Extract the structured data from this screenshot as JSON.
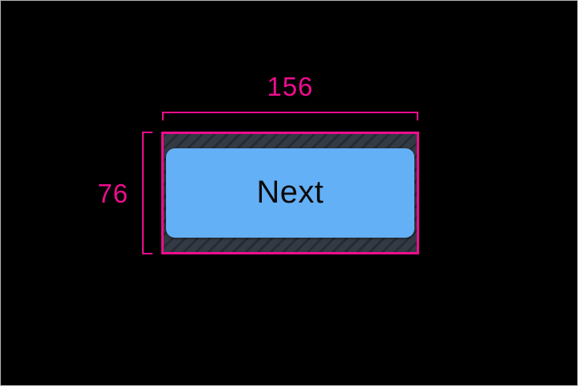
{
  "canvas": {
    "background": "#000000",
    "frame_border": "#b5b5b5"
  },
  "dimension_overlay": {
    "color": "#ee0d8e",
    "width_label": "156",
    "height_label": "76"
  },
  "padding_hatch": {
    "background": "#343a44",
    "stripe": "#262b33"
  },
  "button": {
    "label": "Next",
    "background": "#64b0f6",
    "text_color": "#0b0b0b"
  }
}
